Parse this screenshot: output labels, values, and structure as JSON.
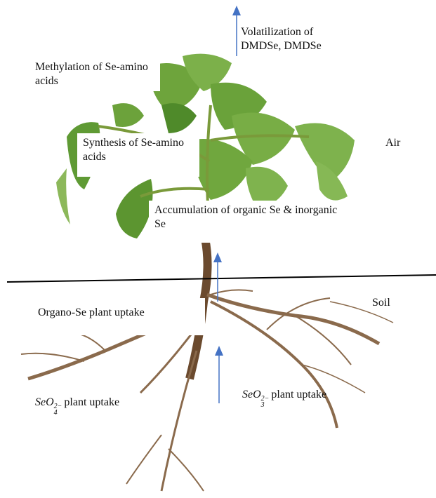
{
  "labels": {
    "volatilization": "Volatilization of DMDSe, DMDSe",
    "methylation": "Methylation of Se-amino acids",
    "synthesis": "Synthesis of Se-amino acids",
    "air": "Air",
    "accumulation": "Accumulation of organic Se & inorganic Se",
    "soil": "Soil",
    "organo_uptake": "Organo-Se plant uptake",
    "seo4": {
      "base": "SeO",
      "sub": "4",
      "sup": "2−",
      "text": "plant uptake"
    },
    "seo3": {
      "base": "SeO",
      "sub": "3",
      "sup": "2−",
      "text": "plant uptake"
    }
  },
  "colors": {
    "arrow": "#4472c4",
    "leaf": "#6ea43c",
    "leaf_dark": "#3f7a24",
    "stem": "#6b4a2e",
    "root": "#8a6a4c",
    "soil_line": "#000000"
  },
  "icons": [
    "arrow-up-icon",
    "plant-illustration",
    "root-system-illustration"
  ]
}
